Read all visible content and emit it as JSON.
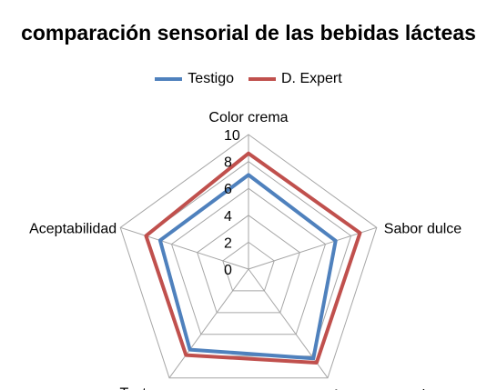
{
  "chart_data": {
    "type": "radar",
    "title": "comparación sensorial de las bebidas lácteas",
    "axes": [
      "Color crema",
      "Sabor dulce",
      "Aroma vegetal",
      "Textura",
      "Aceptabilidad"
    ],
    "rlim": [
      0,
      10
    ],
    "ticks": [
      "0",
      "2",
      "4",
      "6",
      "8",
      "10"
    ],
    "grid": true,
    "legend_position": "top",
    "series": [
      {
        "name": "Testigo",
        "values": [
          7.0,
          6.8,
          8.2,
          7.4,
          6.9
        ],
        "color": "#4F81BD"
      },
      {
        "name": "D. Expert",
        "values": [
          8.6,
          8.7,
          8.6,
          7.9,
          8.0
        ],
        "color": "#C0504D"
      }
    ]
  }
}
